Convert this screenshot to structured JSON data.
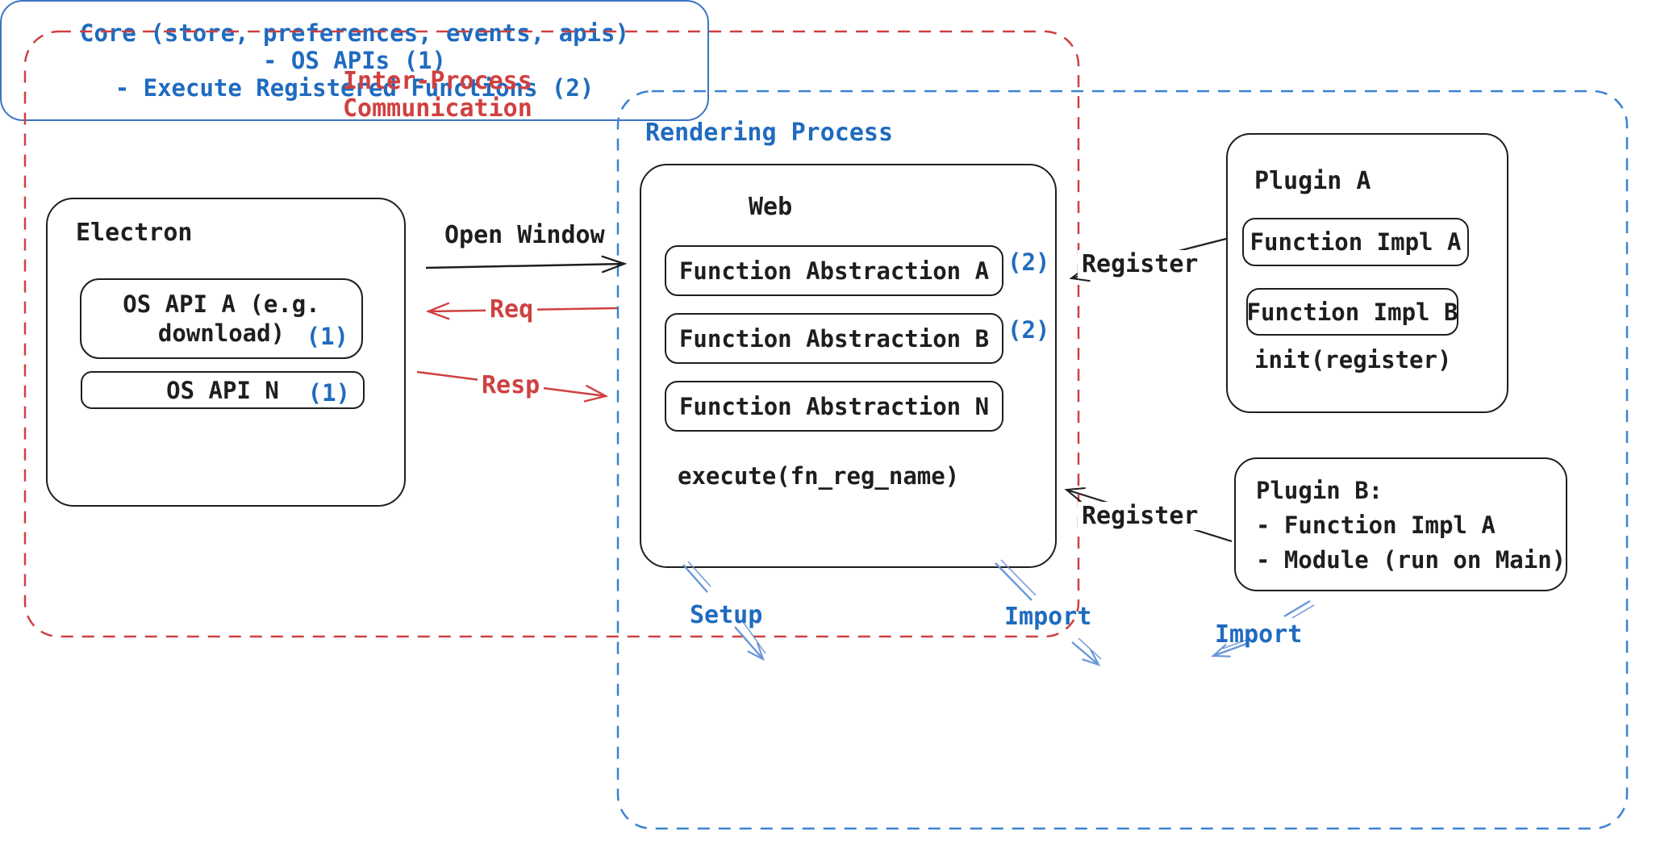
{
  "diagram": {
    "ipc": {
      "title_lines": [
        "Inter-Process",
        "Communication"
      ]
    },
    "rendering": {
      "title": "Rendering Process"
    },
    "electron": {
      "title": "Electron",
      "api_a_line1": "OS API A (e.g.",
      "api_a_line2": "download)",
      "api_a_tag": "(1)",
      "api_n_label": "OS API N",
      "api_n_tag": "(1)"
    },
    "web": {
      "title": "Web",
      "abstractions": [
        {
          "label": "Function Abstraction A",
          "tag": "(2)"
        },
        {
          "label": "Function Abstraction B",
          "tag": "(2)"
        },
        {
          "label": "Function Abstraction N"
        }
      ],
      "execute_label": "execute(fn_reg_name)"
    },
    "plugin_a": {
      "title": "Plugin A",
      "impl_a": "Function Impl A",
      "impl_b": "Function Impl B",
      "init_label": "init(register)"
    },
    "plugin_b": {
      "title": "Plugin B:",
      "item1": "- Function Impl A",
      "item2": "- Module (run on Main)"
    },
    "core": {
      "line1": "Core (store, preferences, events, apis)",
      "line2": "- OS APIs (1)",
      "line3": "- Execute Registered Functions (2)"
    },
    "arrows": {
      "open_window": "Open Window",
      "req": "Req",
      "resp": "Resp",
      "register_top": "Register",
      "register_bottom": "Register",
      "setup": "Setup",
      "import_web": "Import",
      "import_plugin": "Import"
    },
    "colors": {
      "red": "#d04040",
      "blue": "#1f6bbf",
      "arrow_blue": "#6a96d8",
      "black": "#1e1e1e"
    }
  }
}
